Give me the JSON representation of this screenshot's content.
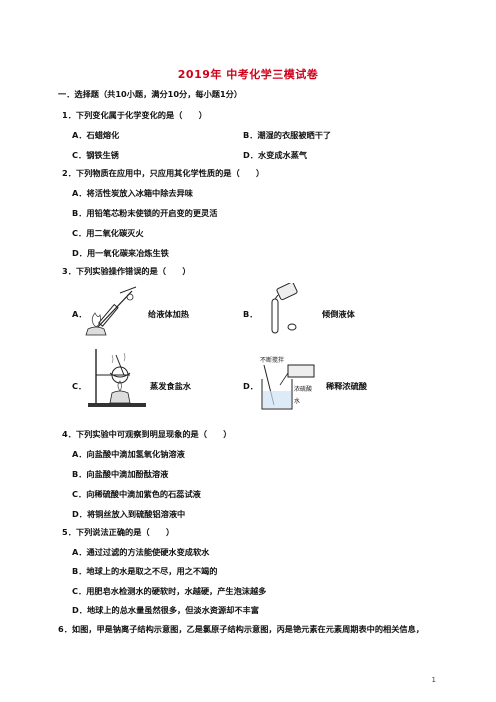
{
  "title": "2019年 中考化学三模试卷",
  "section": "一．选择题（共10小题，满分10分，每小题1分）",
  "questions": [
    {
      "stem": "1．下列变化属于化学变化的是（　　）",
      "options": [
        "A．石蜡熔化",
        "B．潮湿的衣服被晒干了",
        "C．钢铁生锈",
        "D．水变成水蒸气"
      ]
    },
    {
      "stem": "2．下列物质在应用中，只应用其化学性质的是（　　）",
      "options": [
        "A．将活性炭放入冰箱中除去异味",
        "B．用铅笔芯粉末使锁的开启变的更灵活",
        "C．用二氧化碳灭火",
        "D．用一氧化碳来冶炼生铁"
      ]
    },
    {
      "stem": "3．下列实验操作错误的是（　　）",
      "options": [
        "A．",
        "B．",
        "C．",
        "D．"
      ],
      "option_captions": [
        "给液体加热",
        "倾倒液体",
        "蒸发食盐水",
        "稀释浓硫酸"
      ],
      "figure_labels": {
        "stir": "不断搅拌",
        "acid": "浓硫酸",
        "water": "水"
      }
    },
    {
      "stem": "4．下列实验中可观察到明显现象的是（　　）",
      "options": [
        "A．向盐酸中滴加氢氧化钠溶液",
        "B．向盐酸中滴加酚酞溶液",
        "C．向稀硫酸中滴加紫色的石蕊试液",
        "D．将铜丝放入到硫酸铝溶液中"
      ]
    },
    {
      "stem": "5．下列说法正确的是（　　）",
      "options": [
        "A．通过过滤的方法能使硬水变成软水",
        "B．地球上的水是取之不尽，用之不竭的",
        "C．用肥皂水检测水的硬软时，水越硬，产生泡沫越多",
        "D．地球上的总水量虽然很多，但淡水资源却不丰富"
      ]
    },
    {
      "stem": "6．如图，甲是钠离子结构示意图，乙是氯原子结构示意图，丙是铯元素在元素周期表中的相关信息，"
    }
  ],
  "page_number": "1",
  "colors": {
    "title": "#d0021b",
    "text": "#111111"
  }
}
